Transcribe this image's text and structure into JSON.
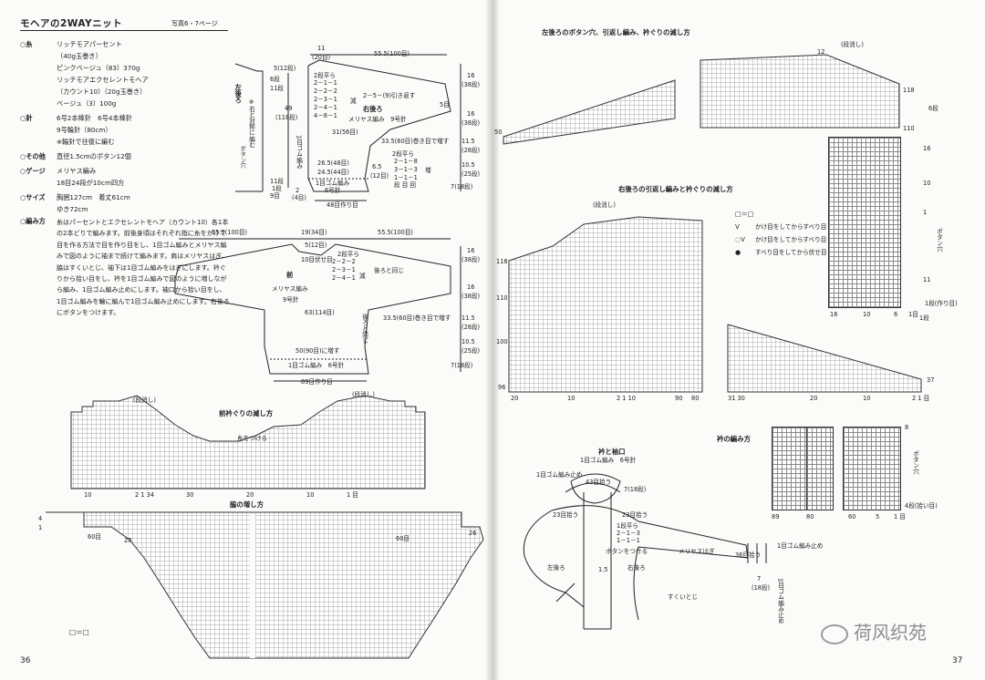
{
  "title": "モヘアの2WAYニット",
  "title_ref": "写真6・7ページ",
  "specs": [
    {
      "key": "○糸",
      "lines": [
        "リッチモアパーセント",
        "（40g玉巻き）",
        "ピンクベージュ（83）370g",
        "リッチモアエクセレントモヘア",
        "（カウント10）（20g玉巻き）",
        "ベージュ（3）100g"
      ]
    },
    {
      "key": "○針",
      "lines": [
        "6号2本棒針　6号4本棒針",
        "9号輪針（80cm）",
        "※輪針で往復に編む"
      ]
    },
    {
      "key": "○その他",
      "lines": [
        "直径1.5cmのボタン12個"
      ]
    },
    {
      "key": "○ゲージ",
      "lines": [
        "メリヤス編み",
        "18目24段が10cm四方"
      ]
    },
    {
      "key": "○サイズ",
      "lines": [
        "胸囲127cm　着丈61cm",
        "ゆき72cm"
      ]
    }
  ],
  "method_key": "○編み方",
  "method_text": "糸はパーセントとエクセレントモヘア（カウント10）各1本の2本どりで編みます。前後身頃はそれぞれ指に糸をかけて目を作る方法で目を作り目をし、1目ゴム編みとメリヤス編みで図のように袖まで続けて編みます。肩はメリヤスはぎ、脇はすくいとじ、袖下は1目ゴム編みをはぎにします。衿ぐりから拾い目をし、衿を1目ゴム編みで図のように増しながら編み、1目ゴム編み止めにします。袖口から拾い目をし、1目ゴム編みを輪に編んで1目ゴム編み止めにします。右後ろにボタンをつけます。",
  "back": {
    "lbl_left_back": "左後ろ",
    "lbl_right_back": "右後ろ",
    "lbl_stitch": "メリヤス編み　9号針",
    "lbl_sym": "※右と対称に編む",
    "lbl_button": "ボタン穴",
    "lbl_5_12": "5(12段)",
    "lbl_6": "6段",
    "lbl_11": "11段",
    "lbl_49": "49",
    "lbl_118": "(118段)",
    "lbl_rib": "1目ゴム編み",
    "lbl_11dan": "11段",
    "lbl_1dan": "1段",
    "lbl_9me": "9目",
    "lbl_11_20": "11",
    "lbl_20me": "(20目)",
    "lbl_55_100": "55.5(100目)",
    "lbl_flat2": "2段平ら",
    "lbl_dec_rows": [
      "2－1－1",
      "2－2－2",
      "2－3－1",
      "2－4－1",
      "4－8－1"
    ],
    "lbl_dec": "減",
    "lbl_25_9": "2－5－(9)引き返す",
    "lbl_5me": "5目",
    "lbl_16": "16",
    "lbl_38": "(38段)",
    "lbl_31_56": "31(56目)",
    "lbl_335": "33.5(60目)巻き目で増す",
    "lbl_115": "11.5",
    "lbl_28": "(28段)",
    "lbl_flat2b": "2段平ら",
    "lbl_inc_rows": [
      "2－1－8",
      "3－1－3",
      "1－1－1"
    ],
    "lbl_inc": "増",
    "lbl_danme": "段 目 回",
    "lbl_265_48": "26.5(48目)",
    "lbl_245_44": "24.5(44目)",
    "lbl_65": "6.5",
    "lbl_12": "(12目)",
    "lbl_rib6": "1目ゴム編み",
    "lbl_6needle": "6号針",
    "lbl_105": "10.5",
    "lbl_25": "(25段)",
    "lbl_7_18": "7(18段)",
    "lbl_4me": "(4目)",
    "lbl_48cast": "48目作り目",
    "lbl_2": "2"
  },
  "front": {
    "lbl_555l": "55.5(100目)",
    "lbl_19_34": "19(34目)",
    "lbl_555r": "55.5(100目)",
    "lbl_5_12": "5(12目)",
    "lbl_flat2": "2段平ら",
    "lbl_10fuse": "10目伏せ目",
    "lbl_dec_rows": [
      "2－2－2",
      "2－3－1",
      "2－4－1"
    ],
    "lbl_dec": "減",
    "lbl_same_back": "後ろと同じ",
    "lbl_front": "前",
    "lbl_stitch": "メリヤス編み",
    "lbl_9": "9号針",
    "lbl_63": "63(114目)",
    "lbl_same_back2": "後ろと同じ",
    "lbl_335": "33.5(60目)巻き目で増す",
    "lbl_16": "16",
    "lbl_38": "(38段)",
    "lbl_115": "11.5",
    "lbl_28": "(28段)",
    "lbl_105": "10.5",
    "lbl_25": "(25段)",
    "lbl_7": "7(18段)",
    "lbl_50": "50(90目)に増す",
    "lbl_rib": "1目ゴム編み　6号針",
    "lbl_89": "89目作り目"
  },
  "neck_front": {
    "cap": "前衿ぐりの減し方",
    "lbl_short": "(段消し)",
    "lbl_button": "糸をつける",
    "x_ticks": [
      "10",
      "2 1 34",
      "30",
      "20",
      "10",
      "1 目"
    ]
  },
  "armpit": {
    "cap": "脇の増し方",
    "lbl_60l": "60目",
    "lbl_60r": "60目",
    "lbl_4": "4",
    "lbl_1": "1",
    "lbl_28": "28",
    "lbl_26": "26",
    "lbl_key": "□＝□"
  },
  "page_left": "36",
  "page_right": "37",
  "back_left_chart": {
    "cap": "左後ろのボタン穴、引返し編み、衿ぐりの減し方",
    "lbl_short": "(段消し)",
    "lbl_12": "12",
    "lbl_110": "110",
    "lbl_118": "118",
    "lbl_6": "6段",
    "lbl_bh": "ボタン穴",
    "lbl_50": "50",
    "lbl_16": "16",
    "lbl_10": "10",
    "lbl_1": "1",
    "lbl_11": "11",
    "lbl_1saku": "1段(作り目)",
    "lbl_1me": "1目",
    "lbl_6r": "6",
    "lbl_10b": "10"
  },
  "back_right_chart": {
    "cap": "右後ろの引返し編みと衿ぐりの減し方",
    "lbl_short": "(段消し)",
    "lbl_118": "118",
    "lbl_110": "110",
    "lbl_100": "100",
    "lbl_96": "96",
    "x_left": [
      "20",
      "10",
      "2 1 10",
      "90",
      "80"
    ],
    "x_right": [
      "31 30",
      "20",
      "10",
      "2 1 目"
    ],
    "lbl_37": "37",
    "lbl_1dan": "1段"
  },
  "legend": [
    {
      "sym": "□＝□",
      "text": ""
    },
    {
      "sym": "Ⅴ",
      "text": "かけ目をしてからすべり目"
    },
    {
      "sym": "◌Ⅴ",
      "text": "かけ目をしてからすべり目"
    },
    {
      "sym": "●",
      "text": "すべり目をしてから伏せ目"
    }
  ],
  "collar_chart": {
    "cap": "衿の編み方",
    "lbl_8": "8",
    "lbl_4": "4段(拾い目)",
    "lbl_bh": "ボタン穴",
    "x": [
      "89",
      "80",
      "60",
      "5",
      "1 目"
    ]
  },
  "assembly": {
    "cap": "衿と袖口",
    "cap2": "1目ゴム編み　6号針",
    "lbl_stop": "1目ゴム編み止め",
    "lbl_43": "43目拾う",
    "lbl_7_18": "7(18段)",
    "lbl_23l": "23目拾う",
    "lbl_23r": "23目拾う",
    "lbl_flat": "1段平ら",
    "lbl_r1": "2－1－3",
    "lbl_r2": "1－1－1",
    "lbl_button": "ボタンをつける",
    "lbl_15": "1.5",
    "lbl_lb": "左後ろ",
    "lbl_rb": "右後ろ",
    "lbl_meri": "メリヤスはぎ",
    "lbl_36": "36目拾う",
    "lbl_rib": "1目ゴム編み止め",
    "lbl_7": "7",
    "lbl_18": "(18段)",
    "lbl_suku": "すくいとじ",
    "lbl_rib2": "1目ゴム編み止め"
  },
  "watermark": "荷风织苑"
}
